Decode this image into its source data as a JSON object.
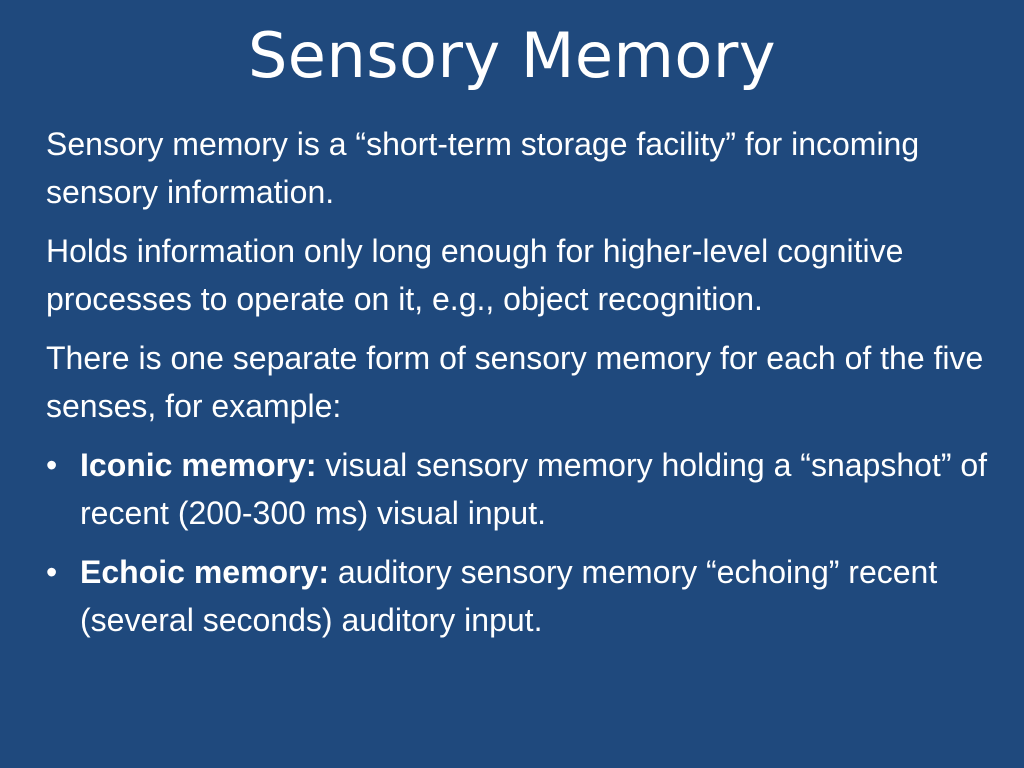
{
  "slide": {
    "title": "Sensory Memory",
    "paragraphs": [
      "Sensory memory is a “short-term storage facility” for incoming sensory information.",
      "Holds information only long enough for higher-level cognitive processes to operate on it, e.g., object recognition.",
      "There is one separate form of sensory memory for each of the five senses, for example:"
    ],
    "bullets": [
      {
        "marker": "•",
        "term": "Iconic memory:",
        "text": " visual sensory memory holding a “snapshot” of recent (200-300 ms) visual input."
      },
      {
        "marker": "•",
        "term": "Echoic memory:",
        "text": " auditory sensory memory “echoing” recent (several seconds) auditory input."
      }
    ]
  },
  "colors": {
    "background": "#1f497d",
    "text": "#ffffff"
  }
}
